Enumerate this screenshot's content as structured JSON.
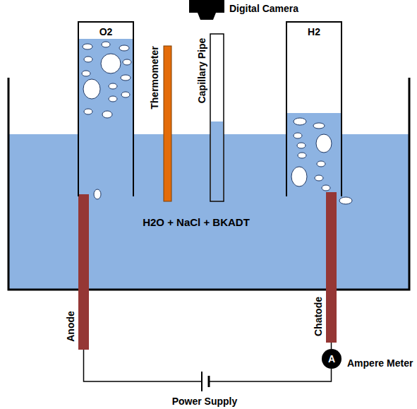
{
  "diagram": {
    "nodes": [
      {
        "text": [
          "H2O + NaCl + BKADT"
        ]
      },
      {
        "text": [
          "O2"
        ],
        "in": 0
      },
      {
        "text": [
          "H2"
        ],
        "in": 0
      },
      {
        "text": [
          "A",
          "Ampere Meter"
        ]
      }
    ],
    "labels": [
      "Digital Camera",
      "Thermometer",
      "Capillary Pipe",
      "Anode",
      "Chatode",
      "Power Supply"
    ]
  }
}
